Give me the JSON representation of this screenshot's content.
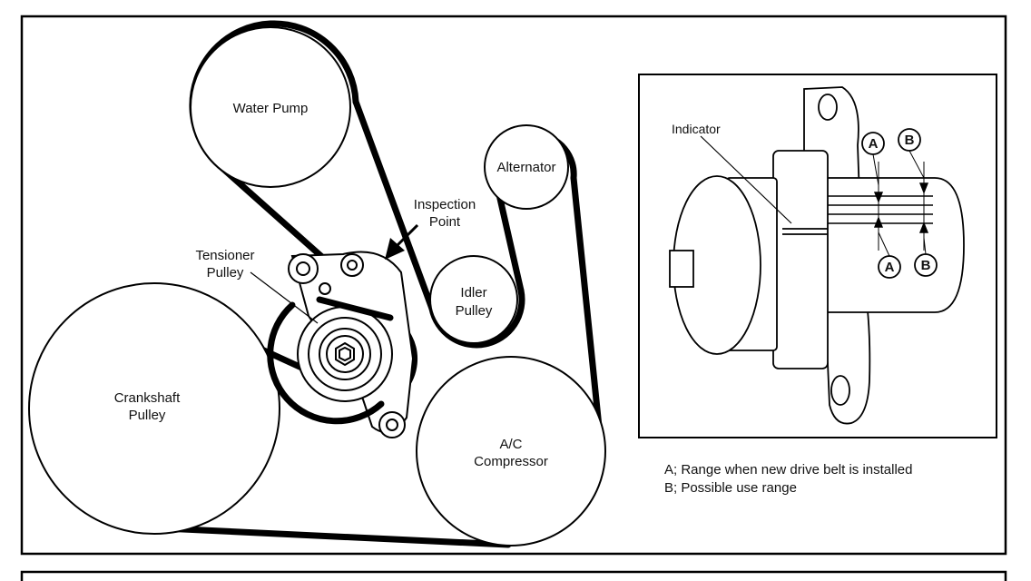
{
  "diagram": {
    "pulleys": {
      "water_pump": "Water Pump",
      "alternator": "Alternator",
      "inspection_point": [
        "Inspection",
        "Point"
      ],
      "tensioner": [
        "Tensioner",
        "Pulley"
      ],
      "idler": [
        "Idler",
        "Pulley"
      ],
      "crankshaft": [
        "Crankshaft",
        "Pulley"
      ],
      "ac_compressor": [
        "A/C",
        "Compressor"
      ]
    },
    "inset": {
      "indicator": "Indicator",
      "marker_a": "A",
      "marker_b": "B"
    },
    "legend": {
      "a": "A; Range when new drive belt is installed",
      "b": "B; Possible use range"
    }
  }
}
